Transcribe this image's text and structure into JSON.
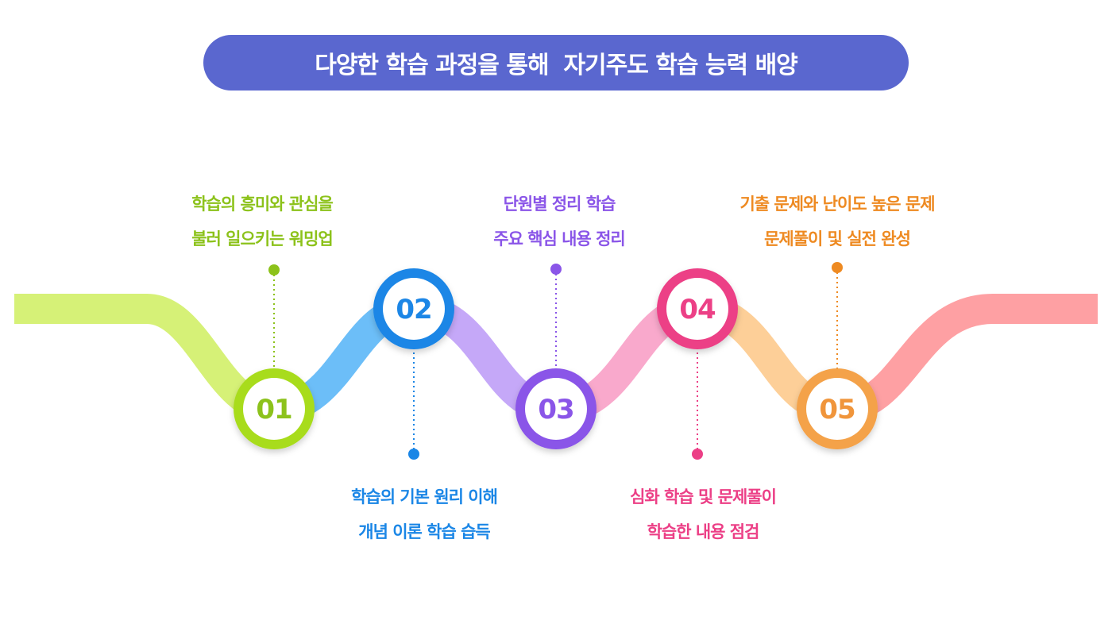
{
  "title": "다양한 학습 과정을 통해  자기주도 학습 능력 배양",
  "steps": [
    {
      "number": "01",
      "color": "#8cc21a",
      "lines": [
        "학습의 흥미와 관심을",
        "불러 일으키는 워밍업"
      ]
    },
    {
      "number": "02",
      "color": "#1a86e6",
      "lines": [
        "학습의 기본 원리 이해",
        "개념 이론 학습 습득"
      ]
    },
    {
      "number": "03",
      "color": "#8a55e8",
      "lines": [
        "단원별 정리 학습",
        "주요 핵심 내용 정리"
      ]
    },
    {
      "number": "04",
      "color": "#ec3f86",
      "lines": [
        "심화 학습 및 문제풀이",
        "학습한 내용 점검"
      ]
    },
    {
      "number": "05",
      "color": "#ee8a22",
      "lines": [
        "기출 문제와 난이도 높은 문제",
        "문제풀이 및 실전 완성"
      ]
    }
  ]
}
